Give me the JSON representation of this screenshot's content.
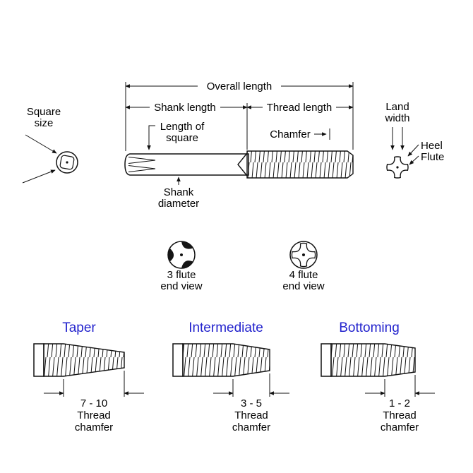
{
  "top_diagram": {
    "overall_length": "Overall length",
    "shank_length": "Shank length",
    "thread_length": "Thread length",
    "length_of_square_line1": "Length of",
    "length_of_square_line2": "square",
    "chamfer": "Chamfer",
    "square_size_line1": "Square",
    "square_size_line2": "size",
    "land_width_line1": "Land",
    "land_width_line2": "width",
    "heel": "Heel",
    "flute": "Flute",
    "shank_diameter_line1": "Shank",
    "shank_diameter_line2": "diameter"
  },
  "end_views": {
    "three_flute_line1": "3 flute",
    "three_flute_line2": "end view",
    "four_flute_line1": "4 flute",
    "four_flute_line2": "end view"
  },
  "tap_types": [
    {
      "name": "Taper",
      "chamfer_range": "7 - 10",
      "chamfer_line1": "Thread",
      "chamfer_line2": "chamfer"
    },
    {
      "name": "Intermediate",
      "chamfer_range": "3 - 5",
      "chamfer_line1": "Thread",
      "chamfer_line2": "chamfer"
    },
    {
      "name": "Bottoming",
      "chamfer_range": "1 - 2",
      "chamfer_line1": "Thread",
      "chamfer_line2": "chamfer"
    }
  ],
  "colors": {
    "type_label": "#2323cd",
    "line": "#111111",
    "background": "#ffffff"
  }
}
